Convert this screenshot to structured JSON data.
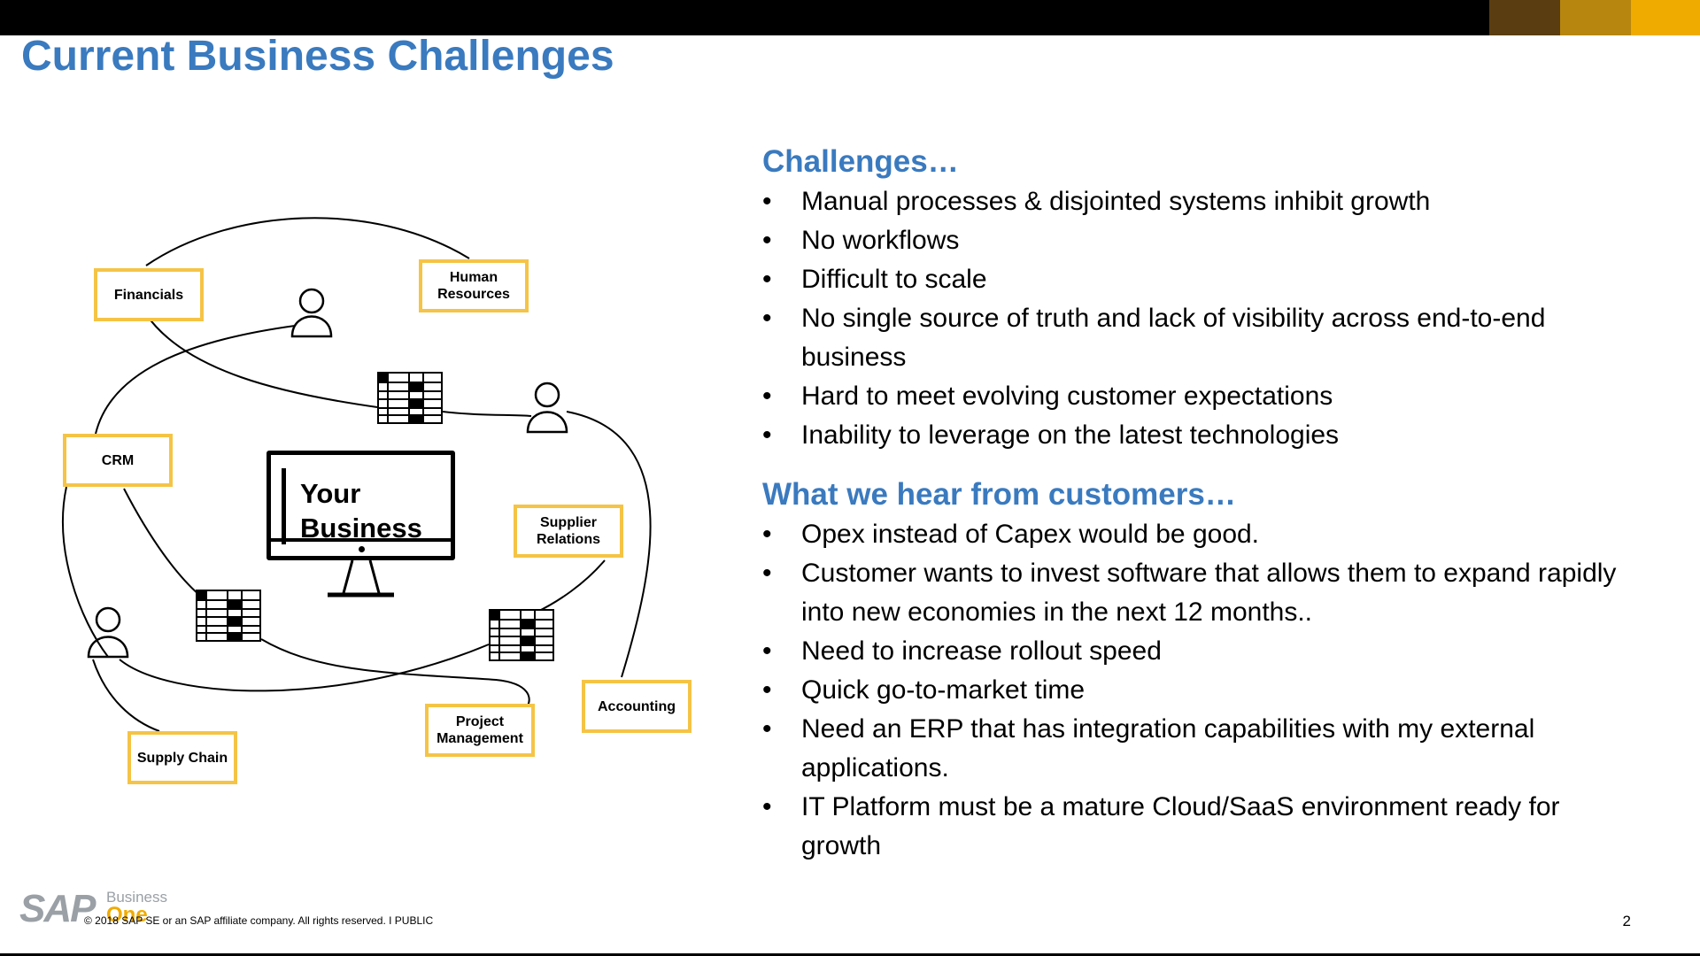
{
  "colors": {
    "title": "#3a7abf",
    "heading": "#3a7abf",
    "box_border": "#f5c446",
    "top_bar": "#000000",
    "top_swatch_1": "#5a3d10",
    "top_swatch_2": "#b7860f",
    "top_swatch_3": "#f0ab00"
  },
  "slide": {
    "title": "Current Business Challenges",
    "page_number": "2"
  },
  "diagram": {
    "center_label_line1": "Your",
    "center_label_line2": "Business",
    "center_icon": "monitor-icon",
    "nodes": {
      "financials": "Financials",
      "human_resources_1": "Human",
      "human_resources_2": "Resources",
      "crm": "CRM",
      "supplier_relations_1": "Supplier",
      "supplier_relations_2": "Relations",
      "accounting": "Accounting",
      "project_management_1": "Project",
      "project_management_2": "Management",
      "supply_chain": "Supply Chain"
    },
    "icons": [
      "person-icon",
      "spreadsheet-icon"
    ]
  },
  "challenges": {
    "heading": "Challenges…",
    "items": [
      "Manual processes & disjointed systems inhibit growth",
      "No workflows",
      "Difficult to scale",
      "No single source of truth and lack of visibility across end-to-end business",
      "Hard to meet evolving customer expectations",
      "Inability to leverage on the latest technologies"
    ]
  },
  "customers": {
    "heading": "What we hear from customers…",
    "items": [
      "Opex instead of Capex would be good.",
      "Customer wants to invest software that allows them to expand rapidly into new economies in the next 12 months..",
      "Need to increase rollout speed",
      "Quick go-to-market time",
      "Need an ERP that has integration capabilities with my external applications.",
      "IT Platform must be a mature Cloud/SaaS environment ready for growth"
    ]
  },
  "footer": {
    "logo_sap": "SAP",
    "logo_business": "Business",
    "logo_one": "One",
    "copyright": "© 2018 SAP SE or an SAP affiliate company. All rights reserved.  I   PUBLIC"
  }
}
